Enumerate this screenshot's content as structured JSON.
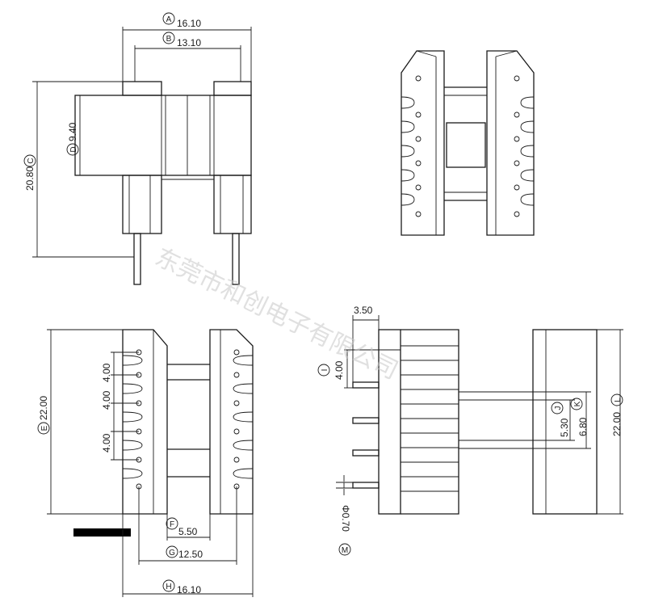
{
  "watermark": "东莞市和创电子有限公司",
  "dimensions": {
    "A": {
      "letter": "A",
      "value": "16.10"
    },
    "B": {
      "letter": "B",
      "value": "13.10"
    },
    "C": {
      "letter": "C",
      "value": "20.80"
    },
    "D": {
      "letter": "D",
      "value": "9.40"
    },
    "E": {
      "letter": "E",
      "value": "22.00"
    },
    "F": {
      "letter": "F",
      "value": "5.50"
    },
    "G": {
      "letter": "G",
      "value": "12.50"
    },
    "H": {
      "letter": "H",
      "value": "16.10"
    },
    "I": {
      "letter": "I",
      "value": "4.00"
    },
    "J": {
      "letter": "J",
      "value": "5.30"
    },
    "K": {
      "letter": "K",
      "value": "6.80"
    },
    "L": {
      "letter": "L",
      "value": "22.00"
    },
    "M": {
      "letter": "M",
      "value": "Φ0.70"
    }
  },
  "pitch_labels": [
    "4.00",
    "4.00",
    "4.00"
  ],
  "top_width_label": "3.50"
}
